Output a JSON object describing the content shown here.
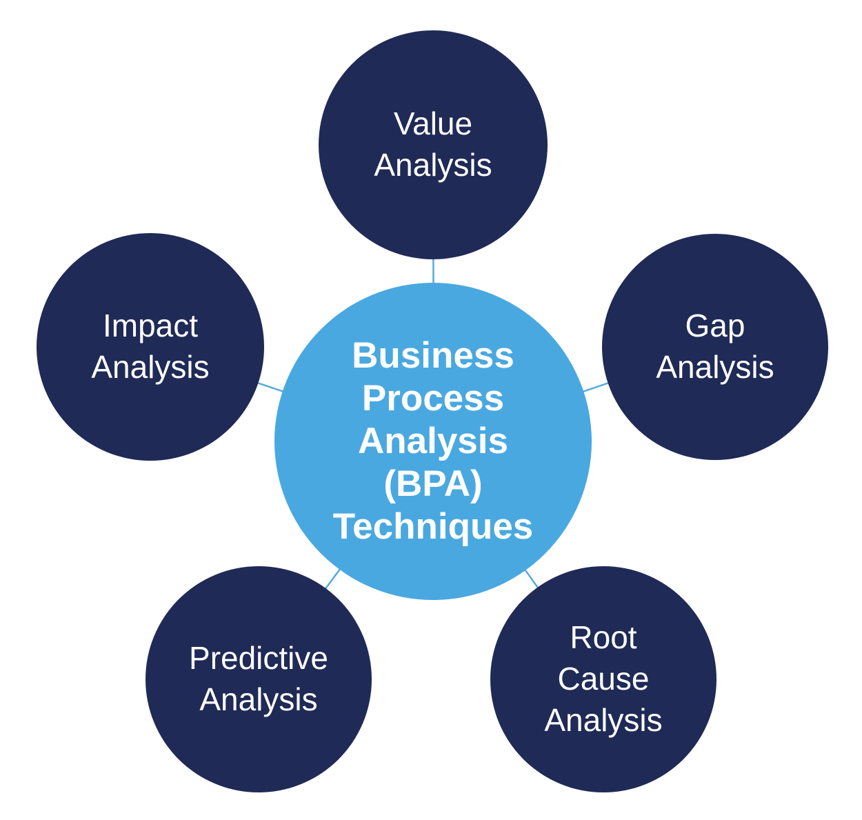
{
  "diagram": {
    "title": "Business Process Analysis (BPA) Techniques",
    "type": "hub-and-spoke"
  },
  "center": {
    "label": "Business Process Analysis (BPA) Techniques",
    "text": "Business\nProcess\nAnalysis\n(BPA)\nTechniques"
  },
  "satellites": [
    {
      "id": "value-analysis",
      "position": "top",
      "label": "Value Analysis",
      "text": "Value\nAnalysis"
    },
    {
      "id": "gap-analysis",
      "position": "right",
      "label": "Gap Analysis",
      "text": "Gap\nAnalysis"
    },
    {
      "id": "root-cause-analysis",
      "position": "bottom-right",
      "label": "Root Cause Analysis",
      "text": "Root\nCause\nAnalysis"
    },
    {
      "id": "predictive-analysis",
      "position": "bottom-left",
      "label": "Predictive Analysis",
      "text": "Predictive\nAnalysis"
    },
    {
      "id": "impact-analysis",
      "position": "left",
      "label": "Impact Analysis",
      "text": "Impact\nAnalysis"
    }
  ],
  "colors": {
    "background": "#FFFFFF",
    "center_fill": "#4AA8E0",
    "satellite_fill": "#1F2A56",
    "connector": "#55AADF",
    "text": "#FFFFFF"
  }
}
